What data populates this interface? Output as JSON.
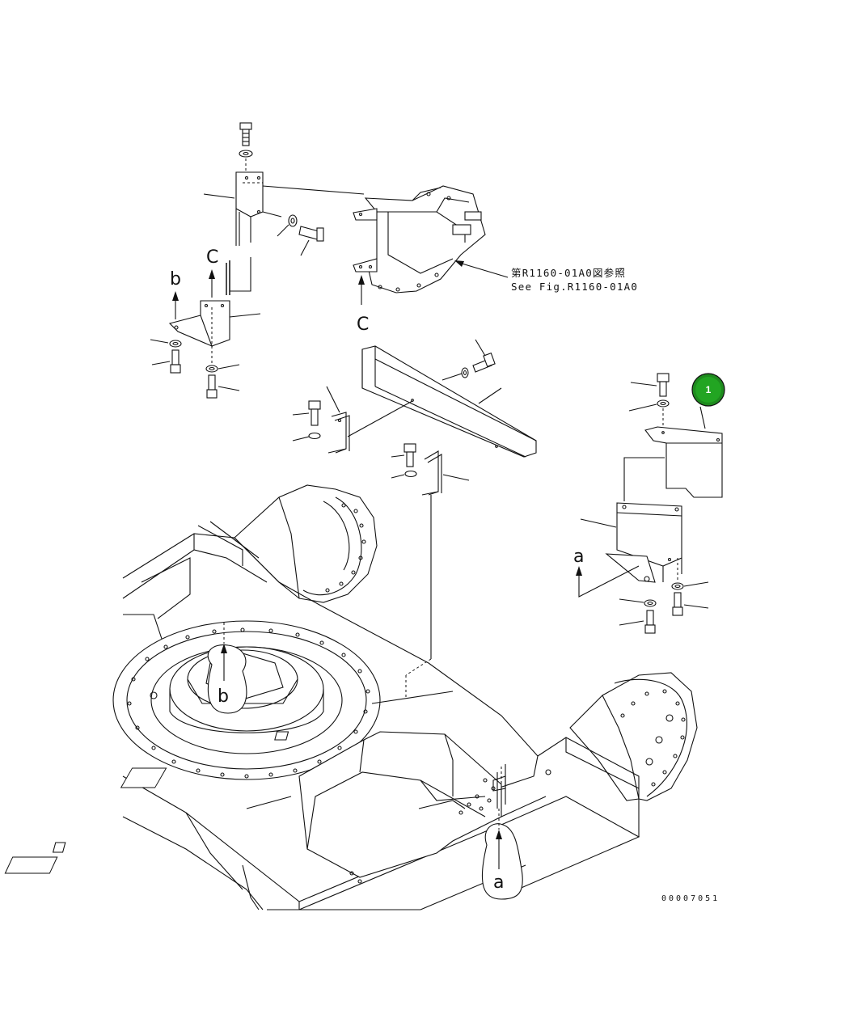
{
  "reference_note": {
    "line1": "第R1160-01A0図参照",
    "line2": "See Fig.R1160-01A0"
  },
  "view_labels": {
    "c_upper": "C",
    "b_upper": "b",
    "c_lower": "C",
    "a_right": "a",
    "b_frame": "b",
    "a_frame": "a"
  },
  "callout": {
    "number": "1",
    "color": "#1e8a1e"
  },
  "document_code": "00007051"
}
